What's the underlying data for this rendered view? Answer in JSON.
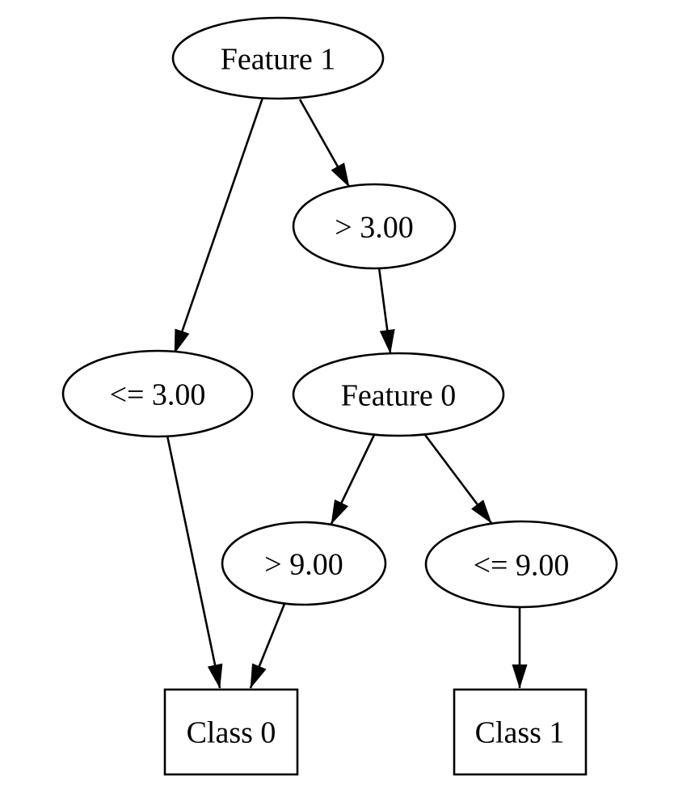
{
  "diagram": {
    "type": "decision-tree",
    "background_color": "#ffffff",
    "node_fill_color": "#ffffff",
    "stroke_color": "#000000",
    "text_color": "#000000",
    "nodes": [
      {
        "id": "root",
        "label": "Feature 1",
        "shape": "ellipse",
        "role": "decision"
      },
      {
        "id": "gt3",
        "label": "> 3.00",
        "shape": "ellipse",
        "role": "condition"
      },
      {
        "id": "le3",
        "label": "<= 3.00",
        "shape": "ellipse",
        "role": "condition"
      },
      {
        "id": "feature0",
        "label": "Feature 0",
        "shape": "ellipse",
        "role": "decision"
      },
      {
        "id": "gt9",
        "label": "> 9.00",
        "shape": "ellipse",
        "role": "condition"
      },
      {
        "id": "le9",
        "label": "<= 9.00",
        "shape": "ellipse",
        "role": "condition"
      },
      {
        "id": "class0",
        "label": "Class 0",
        "shape": "box",
        "role": "leaf"
      },
      {
        "id": "class1",
        "label": "Class 1",
        "shape": "box",
        "role": "leaf"
      }
    ],
    "edges": [
      {
        "from": "Feature 1",
        "to": "<= 3.00"
      },
      {
        "from": "Feature 1",
        "to": "> 3.00"
      },
      {
        "from": "> 3.00",
        "to": "Feature 0"
      },
      {
        "from": "<= 3.00",
        "to": "Class 0"
      },
      {
        "from": "Feature 0",
        "to": "> 9.00"
      },
      {
        "from": "Feature 0",
        "to": "<= 9.00"
      },
      {
        "from": "> 9.00",
        "to": "Class 0"
      },
      {
        "from": "<= 9.00",
        "to": "Class 1"
      }
    ]
  }
}
